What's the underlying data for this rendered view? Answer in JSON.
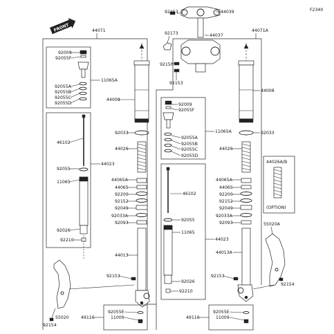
{
  "header": {
    "figure_code": "F2340",
    "front_badge": "FRONT"
  },
  "labels": {
    "l44071": "44071",
    "l44071a": "44071A",
    "l44039": "44039",
    "l44037": "44037",
    "l92153_top": "92153",
    "l92173": "92173",
    "l92150": "92150",
    "l92153_mid": "92153",
    "left_box": {
      "l92009": "92009",
      "l92055f": "92055F",
      "l11065a": "11065A",
      "l92055a": "92055A",
      "l92055b": "92055B",
      "l92055c": "92055C",
      "l92055d": "92055D"
    },
    "left_inner": {
      "l46102": "46102",
      "l92055": "92055",
      "l44023": "44023",
      "l11065": "11065",
      "l92026": "92026",
      "l92210": "92210"
    },
    "left_main": {
      "l44008": "44008",
      "l92033": "92033",
      "l44026": "44026",
      "l44065a": "44065A",
      "l44065": "44065",
      "l92200": "92200",
      "l92152": "92152",
      "l92049": "92049",
      "l92033a": "92033A",
      "l92093": "92093",
      "l44013": "44013",
      "l92153": "92153",
      "l55020": "55020",
      "l92154": "92154",
      "l49116": "49116",
      "l92055e": "92055E",
      "l11009": "11009"
    },
    "right_box": {
      "l92009": "92009",
      "l92055f": "92055F",
      "l11065a": "11065A",
      "l92055a": "92055A",
      "l92055b": "92055B",
      "l92055c": "92055C",
      "l92055d": "92055D"
    },
    "right_inner": {
      "l46102": "46102",
      "l92055": "92055",
      "l11065": "11065",
      "l44023": "44023",
      "l92026": "92026",
      "l92210": "92210"
    },
    "right_main": {
      "l44008": "44008",
      "l92033": "92033",
      "l44026": "44026",
      "l44065a": "44065A",
      "l44065": "44065",
      "l92200": "92200",
      "l92152": "92152",
      "l92049": "92049",
      "l92033a": "92033A",
      "l92093": "92093",
      "l44013a": "44013A",
      "l92153": "92153",
      "l92154": "92154",
      "l49116": "49116",
      "l92055e": "92055E",
      "l11009": "11009",
      "l55020a": "55020A"
    },
    "option_box": {
      "part": "44026A/B",
      "caption": "(OPTION)"
    }
  }
}
